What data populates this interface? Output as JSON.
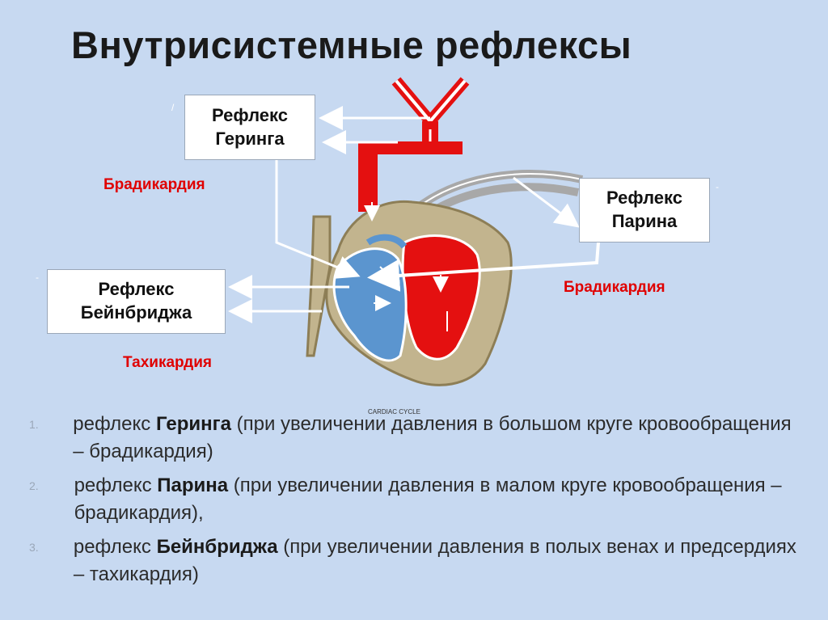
{
  "slide": {
    "title": "Внутрисистемные рефлексы",
    "caption": "CARDIAC CYCLE",
    "boxes": {
      "hering": "Рефлекс\nГеринга",
      "parin": "Рефлекс\nПарина",
      "bainbridge": "Рефлекс\nБейнбриджа"
    },
    "effects": {
      "hering": "Брадикардия",
      "parin": "Брадикардия",
      "bainbridge": "Тахикардия"
    },
    "marks": {
      "m1": "/",
      "m2": "-",
      "m3": "-"
    },
    "list": [
      {
        "num": "1.",
        "pre": "рефлекс ",
        "name": "Геринга",
        "post": " (при увеличении давления в большом круге кровообращения – брадикардия)"
      },
      {
        "num": "2.",
        "pre": "рефлекс ",
        "name": "Парина",
        "post": " (при увеличении давления в малом круге кровообращения – брадикардия),"
      },
      {
        "num": "3.",
        "pre": "рефлекс ",
        "name": "Бейнбриджа",
        "post": " (при увеличении давления в полых венах и предсердиях – тахикардия)"
      }
    ]
  }
}
